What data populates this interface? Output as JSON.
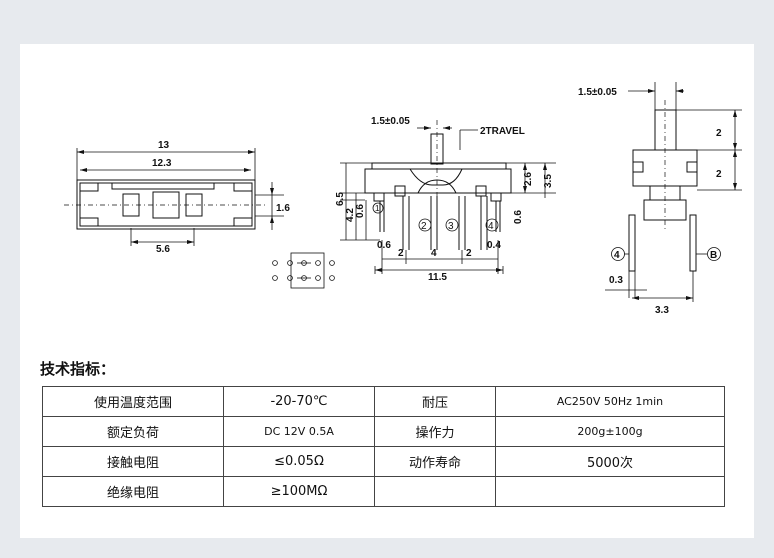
{
  "drawing": {
    "top_view": {
      "length_overall": "13",
      "length_inner": "12.3",
      "height": "1.6",
      "slot_spacing": "5.6"
    },
    "front_view": {
      "actuator_width": "1.5±0.05",
      "travel": "2TRAVEL",
      "height_total": "6.5",
      "height_body": "4.2",
      "height_pin": "0.6",
      "right_height_top": "2.6",
      "right_height_total": "3.5",
      "right_pin_offset": "0.6",
      "left_pin_offset": "0.6",
      "right_terminal_offset": "0.4",
      "pitch_a": "2",
      "pitch_b": "4",
      "pitch_c": "2",
      "width_overall": "11.5",
      "pin_labels": [
        "1",
        "2",
        "3",
        "4"
      ]
    },
    "side_view": {
      "actuator_width": "1.5±0.05",
      "actuator_height_top": "2",
      "actuator_height_bottom": "2",
      "pin_label_left": "4",
      "pin_label_right": "B",
      "pin_thickness": "0.3",
      "pin_spacing": "3.3"
    }
  },
  "specs": {
    "title": "技术指标：",
    "rows": [
      [
        "使用温度范围",
        "-20-70℃",
        "耐压",
        "AC250V 50Hz 1min"
      ],
      [
        "额定负荷",
        "DC 12V 0.5A",
        "操作力",
        "200g±100g"
      ],
      [
        "接触电阻",
        "≤0.05Ω",
        "动作寿命",
        "5000次"
      ],
      [
        "绝缘电阻",
        "≥100MΩ",
        "",
        ""
      ]
    ]
  }
}
